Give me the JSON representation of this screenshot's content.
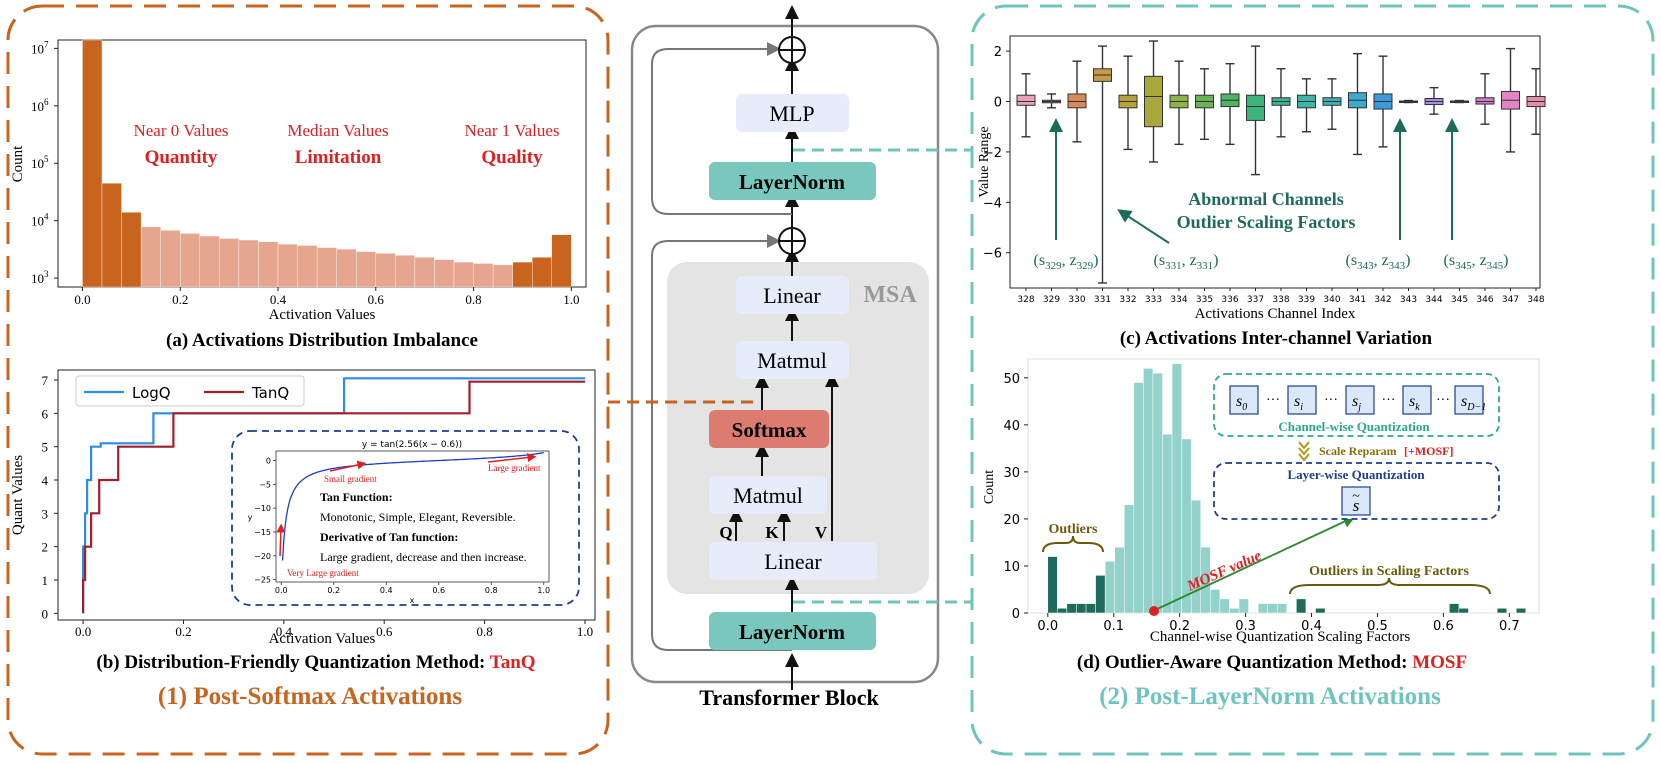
{
  "colors": {
    "orange": "#c8641e",
    "orange_light": "#e6a58e",
    "teal": "#6fc5bd",
    "teal_fill": "#79c8be",
    "teal_dark": "#1e6b5b",
    "red": "#e02020",
    "navy": "#1e3f8c",
    "softmax_fill": "#dc7c70",
    "msa_fill": "#e4e4e4",
    "module_fill": "#e6ecfa",
    "logq": "#2a8fe0",
    "tanq": "#a41e2a"
  },
  "left_panel": {
    "title": "(1) Post-Softmax Activations",
    "hist": {
      "caption": "(a) Activations Distribution Imbalance",
      "xlabel": "Activation Values",
      "ylabel": "Count",
      "xticks": [
        "0.0",
        "0.2",
        "0.4",
        "0.6",
        "0.8",
        "1.0"
      ],
      "yticks": [
        "10",
        "10",
        "10",
        "10",
        "10"
      ],
      "yexps": [
        "3",
        "4",
        "5",
        "6",
        "7"
      ],
      "annotations": [
        {
          "line1": "Near 0 Values",
          "line2": "Quantity"
        },
        {
          "line1": "Median Values",
          "line2": "Limitation"
        },
        {
          "line1": "Near 1 Values",
          "line2": "Quality"
        }
      ]
    },
    "quant": {
      "caption": "(b) Distribution-Friendly Quantization Method: ",
      "caption_highlight": "TanQ",
      "xlabel": "Activation Values",
      "ylabel": "Quant Values",
      "xticks": [
        "0.0",
        "0.2",
        "0.4",
        "0.6",
        "0.8",
        "1.0"
      ],
      "yticks": [
        "0",
        "1",
        "2",
        "3",
        "4",
        "5",
        "6",
        "7"
      ],
      "legend": [
        "LogQ",
        "TanQ"
      ],
      "inset": {
        "title": "y = tan(2.56(x − 0.6))",
        "xlabel": "x",
        "ylabel": "y",
        "yticks": [
          "0",
          "−5",
          "−10",
          "−15",
          "−20",
          "−25"
        ],
        "xticks": [
          "0.0",
          "0.2",
          "0.4",
          "0.6",
          "0.8",
          "1.0"
        ],
        "small_gradient": "Small gradient",
        "large_gradient": "Large gradient",
        "very_large": "Very Large gradient",
        "tan_function": "Tan Function:",
        "tan_desc": "Monotonic, Simple, Elegant, Reversible.",
        "deriv_title": "Derivative of Tan function:",
        "deriv_desc": "Large gradient, decrease and then increase."
      }
    }
  },
  "center": {
    "caption": "Transformer Block",
    "mlp": "MLP",
    "layernorm_top": "LayerNorm",
    "linear_top": "Linear",
    "msa": "MSA",
    "matmul_top": "Matmul",
    "softmax": "Softmax",
    "matmul_bottom": "Matmul",
    "q": "Q",
    "k": "K",
    "v": "V",
    "linear_bottom": "Linear",
    "layernorm_bottom": "LayerNorm"
  },
  "right_panel": {
    "title": "(2) Post-LayerNorm Activations",
    "box": {
      "caption": "(c) Activations Inter-channel Variation",
      "xlabel": "Activations Channel Index",
      "ylabel": "Value Range",
      "yticks": [
        "2",
        "0",
        "−2",
        "−4",
        "−6"
      ],
      "channels": [
        "328",
        "329",
        "330",
        "331",
        "332",
        "333",
        "334",
        "335",
        "336",
        "337",
        "338",
        "339",
        "340",
        "341",
        "342",
        "343",
        "344",
        "345",
        "346",
        "347",
        "348"
      ],
      "abnormal_line1": "Abnormal Channels",
      "abnormal_line2": "Outlier Scaling Factors",
      "labels": [
        {
          "s": "329",
          "z": "329"
        },
        {
          "s": "331",
          "z": "331"
        },
        {
          "s": "343",
          "z": "343"
        },
        {
          "s": "345",
          "z": "345"
        }
      ]
    },
    "mosf": {
      "caption": "(d) Outlier-Aware Quantization Method: ",
      "caption_highlight": "MOSF",
      "xlabel": "Channel-wise Quantization Scaling Factors",
      "ylabel": "Count",
      "xticks": [
        "0.0",
        "0.1",
        "0.2",
        "0.3",
        "0.4",
        "0.5",
        "0.6",
        "0.7"
      ],
      "yticks": [
        "0",
        "10",
        "20",
        "30",
        "40",
        "50"
      ],
      "outliers": "Outliers",
      "outliers_scaling": "Outliers in Scaling Factors",
      "mosf_value": "MOSF value",
      "channel_wise": "Channel-wise Quantization",
      "scale_reparam": "Scale Reparam",
      "plus_mosf": "[+MOSF]",
      "layer_wise": "Layer-wise Quantization",
      "scales": [
        "s",
        "s",
        "s",
        "s",
        "s"
      ],
      "scale_subs": [
        "0",
        "i",
        "j",
        "k",
        "D−1"
      ],
      "dots": "···",
      "s_tilde": "s"
    }
  },
  "chart_data": [
    {
      "type": "bar",
      "title": "",
      "xlabel": "Activation Values",
      "ylabel": "Count",
      "yscale": "log",
      "ylim": [
        700,
        14000000
      ],
      "xlim": [
        -0.05,
        1.03
      ],
      "bin_width": 0.04,
      "x": [
        0.0,
        0.04,
        0.08,
        0.12,
        0.16,
        0.2,
        0.24,
        0.28,
        0.32,
        0.36,
        0.4,
        0.44,
        0.48,
        0.52,
        0.56,
        0.6,
        0.64,
        0.68,
        0.72,
        0.76,
        0.8,
        0.84,
        0.88,
        0.92,
        0.96
      ],
      "values": [
        14000000,
        45000,
        14000,
        7800,
        6800,
        6000,
        5400,
        4900,
        4600,
        4300,
        3900,
        3700,
        3400,
        3200,
        2900,
        2700,
        2500,
        2300,
        2100,
        1900,
        1800,
        1700,
        1900,
        2300,
        5700
      ],
      "highlight_orange": [
        0,
        1,
        2,
        22,
        23,
        24
      ]
    },
    {
      "type": "line",
      "title": "",
      "xlabel": "Activation Values",
      "ylabel": "Quant Values",
      "xlim": [
        -0.05,
        1.02
      ],
      "ylim": [
        -0.2,
        7.3
      ],
      "series": [
        {
          "name": "LogQ",
          "x": [
            0.0,
            0.0,
            0.004,
            0.004,
            0.008,
            0.008,
            0.016,
            0.016,
            0.035,
            0.035,
            0.14,
            0.14,
            0.52,
            0.52,
            1.0
          ],
          "y": [
            0,
            2,
            2,
            3,
            3,
            4,
            4,
            5,
            5,
            5.1,
            5.1,
            6,
            6,
            7.05,
            7.05
          ]
        },
        {
          "name": "TanQ",
          "x": [
            0.0,
            0.0,
            0.004,
            0.004,
            0.016,
            0.016,
            0.032,
            0.032,
            0.07,
            0.07,
            0.18,
            0.18,
            0.77,
            0.77,
            1.0
          ],
          "y": [
            0,
            1,
            1,
            2,
            2,
            3,
            3,
            4,
            4,
            5,
            5,
            6,
            6,
            6.95,
            6.95
          ]
        }
      ]
    },
    {
      "type": "box",
      "title": "",
      "xlabel": "Activations Channel Index",
      "ylabel": "Value Range",
      "ylim": [
        -7.4,
        2.6
      ],
      "categories": [
        "328",
        "329",
        "330",
        "331",
        "332",
        "333",
        "334",
        "335",
        "336",
        "337",
        "338",
        "339",
        "340",
        "341",
        "342",
        "343",
        "344",
        "345",
        "346",
        "347",
        "348"
      ],
      "boxes": [
        {
          "min": -1.4,
          "q1": -0.15,
          "med": 0.0,
          "q3": 0.25,
          "max": 1.1,
          "color": "#e8a4b4"
        },
        {
          "min": -0.25,
          "q1": -0.05,
          "med": 0.0,
          "q3": 0.05,
          "max": 0.3,
          "color": "#d88a7e"
        },
        {
          "min": -1.6,
          "q1": -0.25,
          "med": 0.0,
          "q3": 0.3,
          "max": 1.6,
          "color": "#d8895a"
        },
        {
          "min": -7.2,
          "q1": 0.8,
          "med": 1.05,
          "q3": 1.3,
          "max": 2.2,
          "color": "#c79a4a"
        },
        {
          "min": -1.9,
          "q1": -0.25,
          "med": 0.0,
          "q3": 0.25,
          "max": 1.8,
          "color": "#b8a23c"
        },
        {
          "min": -2.4,
          "q1": -1.0,
          "med": 0.2,
          "q3": 1.0,
          "max": 2.4,
          "color": "#a8a83c"
        },
        {
          "min": -1.7,
          "q1": -0.25,
          "med": 0.0,
          "q3": 0.25,
          "max": 1.6,
          "color": "#8cb446"
        },
        {
          "min": -1.5,
          "q1": -0.25,
          "med": 0.0,
          "q3": 0.25,
          "max": 1.3,
          "color": "#6ab456"
        },
        {
          "min": -1.7,
          "q1": -0.2,
          "med": 0.05,
          "q3": 0.3,
          "max": 1.5,
          "color": "#4cb464"
        },
        {
          "min": -2.9,
          "q1": -0.75,
          "med": -0.2,
          "q3": 0.25,
          "max": 2.2,
          "color": "#3cb47c"
        },
        {
          "min": -1.4,
          "q1": -0.15,
          "med": 0.0,
          "q3": 0.15,
          "max": 1.3,
          "color": "#3cb493"
        },
        {
          "min": -1.2,
          "q1": -0.25,
          "med": 0.0,
          "q3": 0.25,
          "max": 0.9,
          "color": "#3cb4a6"
        },
        {
          "min": -1.1,
          "q1": -0.15,
          "med": 0.0,
          "q3": 0.15,
          "max": 0.9,
          "color": "#3cb4b6"
        },
        {
          "min": -2.1,
          "q1": -0.25,
          "med": 0.05,
          "q3": 0.35,
          "max": 1.9,
          "color": "#3caacc"
        },
        {
          "min": -1.8,
          "q1": -0.3,
          "med": 0.0,
          "q3": 0.3,
          "max": 1.8,
          "color": "#3c9adc"
        },
        {
          "min": -0.04,
          "q1": -0.02,
          "med": 0.0,
          "q3": 0.02,
          "max": 0.04,
          "color": "#6a8ae6"
        },
        {
          "min": -0.5,
          "q1": -0.12,
          "med": 0.0,
          "q3": 0.12,
          "max": 0.55,
          "color": "#a890e6"
        },
        {
          "min": -0.04,
          "q1": -0.02,
          "med": 0.0,
          "q3": 0.02,
          "max": 0.04,
          "color": "#c47ade"
        },
        {
          "min": -0.9,
          "q1": -0.1,
          "med": 0.0,
          "q3": 0.15,
          "max": 1.1,
          "color": "#d67ad0"
        },
        {
          "min": -2.0,
          "q1": -0.3,
          "med": 0.05,
          "q3": 0.4,
          "max": 2.1,
          "color": "#e284c6"
        },
        {
          "min": -1.3,
          "q1": -0.2,
          "med": 0.0,
          "q3": 0.2,
          "max": 1.3,
          "color": "#e68aae"
        }
      ]
    },
    {
      "type": "bar",
      "title": "",
      "xlabel": "Channel-wise Quantization Scaling Factors",
      "ylabel": "Count",
      "xlim": [
        -0.03,
        0.745
      ],
      "ylim": [
        0,
        54
      ],
      "bin_width": 0.0145,
      "x": [
        0.0,
        0.0145,
        0.029,
        0.0435,
        0.058,
        0.0725,
        0.087,
        0.1015,
        0.116,
        0.1305,
        0.145,
        0.1595,
        0.174,
        0.1885,
        0.203,
        0.2175,
        0.232,
        0.2465,
        0.261,
        0.2755,
        0.29,
        0.3045,
        0.319,
        0.3335,
        0.348,
        0.3625,
        0.377,
        0.3915,
        0.406,
        0.4205,
        0.435,
        0.4495,
        0.464,
        0.4785,
        0.493,
        0.5075,
        0.522,
        0.5365,
        0.551,
        0.5655,
        0.58,
        0.5945,
        0.609,
        0.6235,
        0.638,
        0.6525,
        0.667,
        0.6815,
        0.696,
        0.7105
      ],
      "values": [
        12,
        1,
        2,
        2,
        2,
        8,
        11,
        14,
        23,
        49,
        52,
        51,
        38,
        53,
        37,
        24,
        14,
        5,
        3,
        1,
        3,
        0,
        2,
        2,
        2,
        0,
        3,
        0,
        1,
        0,
        0,
        0,
        0,
        0,
        0,
        0,
        0,
        0,
        0,
        0,
        0,
        0,
        2,
        1,
        0,
        0,
        0,
        1,
        0,
        1
      ],
      "dark_teal_bins": [
        0,
        1,
        2,
        3,
        4,
        5,
        26,
        28,
        42,
        43,
        47,
        49
      ]
    }
  ]
}
